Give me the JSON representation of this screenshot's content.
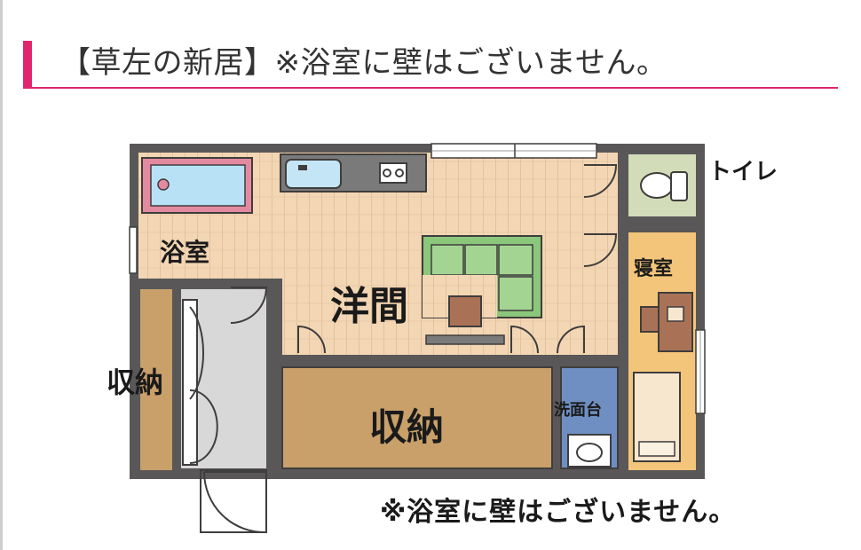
{
  "header": {
    "title": "【草左の新居】※浴室に壁はございません。",
    "accent_color": "#e0266c"
  },
  "rooms": {
    "bath": "浴室",
    "western": "洋間",
    "storage_left": "収納",
    "storage_main": "収納",
    "washbasin": "洗面台",
    "bedroom": "寝室",
    "toilet": "トイレ"
  },
  "note": "※浴室に壁はございません。",
  "colors": {
    "wall": "#595757",
    "floor_wood": "#f3d6b4",
    "storage_wood": "#c9a06a",
    "bedroom_floor": "#f3c57a",
    "toilet_floor": "#d3dcb8",
    "entrance_floor": "#d8d8d8",
    "bathtub": "#b8e1f5",
    "bathtub_rim": "#e38aa0",
    "sofa": "#8bc77a",
    "table": "#a97256",
    "washbasin_floor": "#6f8fc2"
  },
  "icons": [
    "bathtub-icon",
    "sink-icon",
    "stove-icon",
    "toilet-icon",
    "sofa-icon",
    "table-icon",
    "desk-icon",
    "bed-icon",
    "door-icon",
    "window-icon"
  ]
}
